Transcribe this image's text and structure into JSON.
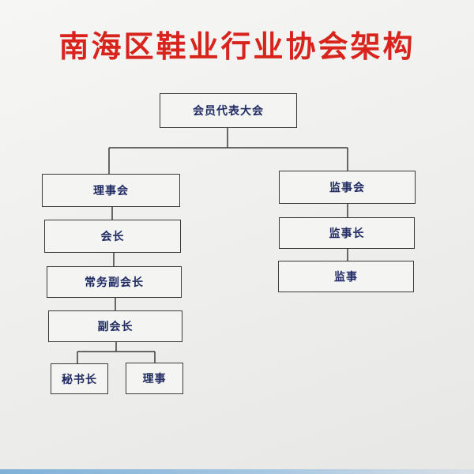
{
  "title": "南海区鞋业行业协会架构",
  "nodes": {
    "members_assembly": "会员代表大会",
    "council": "理事会",
    "president": "会长",
    "executive_vp": "常务副会长",
    "vice_president": "副会长",
    "secretary_general": "秘书长",
    "director": "理事",
    "supervisory_board": "监事会",
    "chief_supervisor": "监事长",
    "supervisor": "监事"
  },
  "colors": {
    "title": "#d8241d",
    "node_text": "#1f2a63",
    "border": "#3b3b3b",
    "background": "#f2f2f0"
  }
}
